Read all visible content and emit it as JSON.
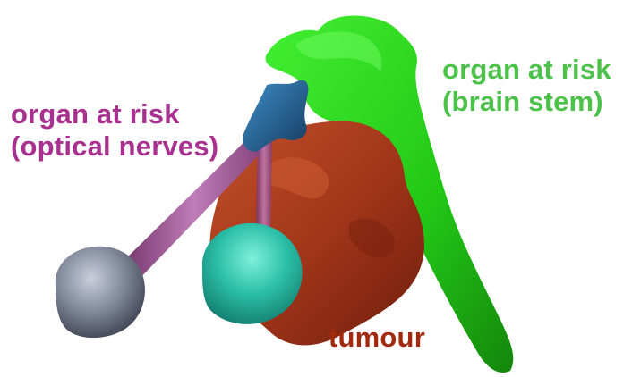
{
  "labels": {
    "optical_nerves": {
      "line1": "organ at  risk",
      "line2": "(optical nerves)",
      "color": "#a8318f"
    },
    "brain_stem": {
      "line1": "organ at  risk",
      "line2": "(brain stem)",
      "color": "#4cc24a"
    },
    "tumour": {
      "text": "tumour",
      "color": "#a3290d"
    }
  },
  "structures": {
    "tumour_color": "#a7381b",
    "brain_stem_color": "#2fd41f",
    "optical_nerves_color": "#a25a96",
    "chiasm_color": "#1d5e8c",
    "left_eye_color": "#7a8296",
    "right_eye_color": "#2bb5a0"
  }
}
